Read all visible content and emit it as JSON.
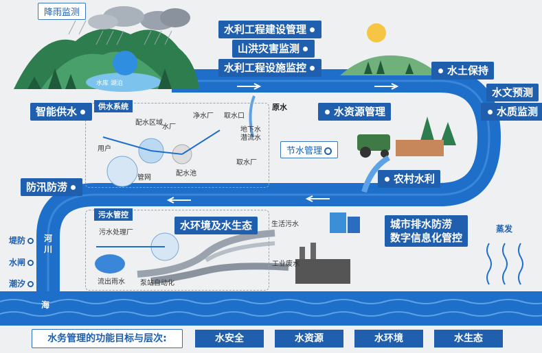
{
  "labels": {
    "rain_monitoring": "降雨监测",
    "eng_construction": "水利工程建设管理",
    "flood_disaster": "山洪灾害监测",
    "eng_facility": "水利工程设施监控",
    "soil_water": "水土保持",
    "hydro_forecast": "水文预测",
    "water_quality": "水质监测",
    "smart_supply": "智能供水",
    "supply_system": "供水系统",
    "raw_water": "原水",
    "resource_mgmt": "水资源管理",
    "saving_mgmt": "节水管理",
    "rural": "农村水利",
    "flood_control": "防汛防涝",
    "sewage_control": "污水管控",
    "water_env": "水环境及水生态",
    "urban_drain": "城市排水防涝\n数字信息化管控",
    "evaporation": "蒸发",
    "river": "河川",
    "sea": "海",
    "levee": "堤防",
    "sluice": "水闸",
    "tide": "潮汐",
    "reservoir": "水库 湖泊",
    "distribution_area": "配水区域",
    "waterworks": "水厂",
    "purification": "净水厂",
    "intake": "取水口",
    "user": "用户",
    "pipe_net": "管网",
    "distribution_pool": "配水池",
    "intake_plant": "取水厂",
    "groundwater": "地下水\n潜流水",
    "sewage_plant": "污水处理厂",
    "rain_outflow": "流出雨水",
    "pump_auto": "泵站自动化",
    "domestic_sewage": "生活污水",
    "industrial_waste": "工业废水",
    "goals_title": "水务管理的功能目标与层次:",
    "goals": [
      "水安全",
      "水资源",
      "水环境",
      "水生态"
    ]
  },
  "colors": {
    "brand_blue": "#1f5fae",
    "river_blue": "#1e6fc9",
    "mountain_green": "#2e7d4f",
    "background": "#eef0f2"
  }
}
